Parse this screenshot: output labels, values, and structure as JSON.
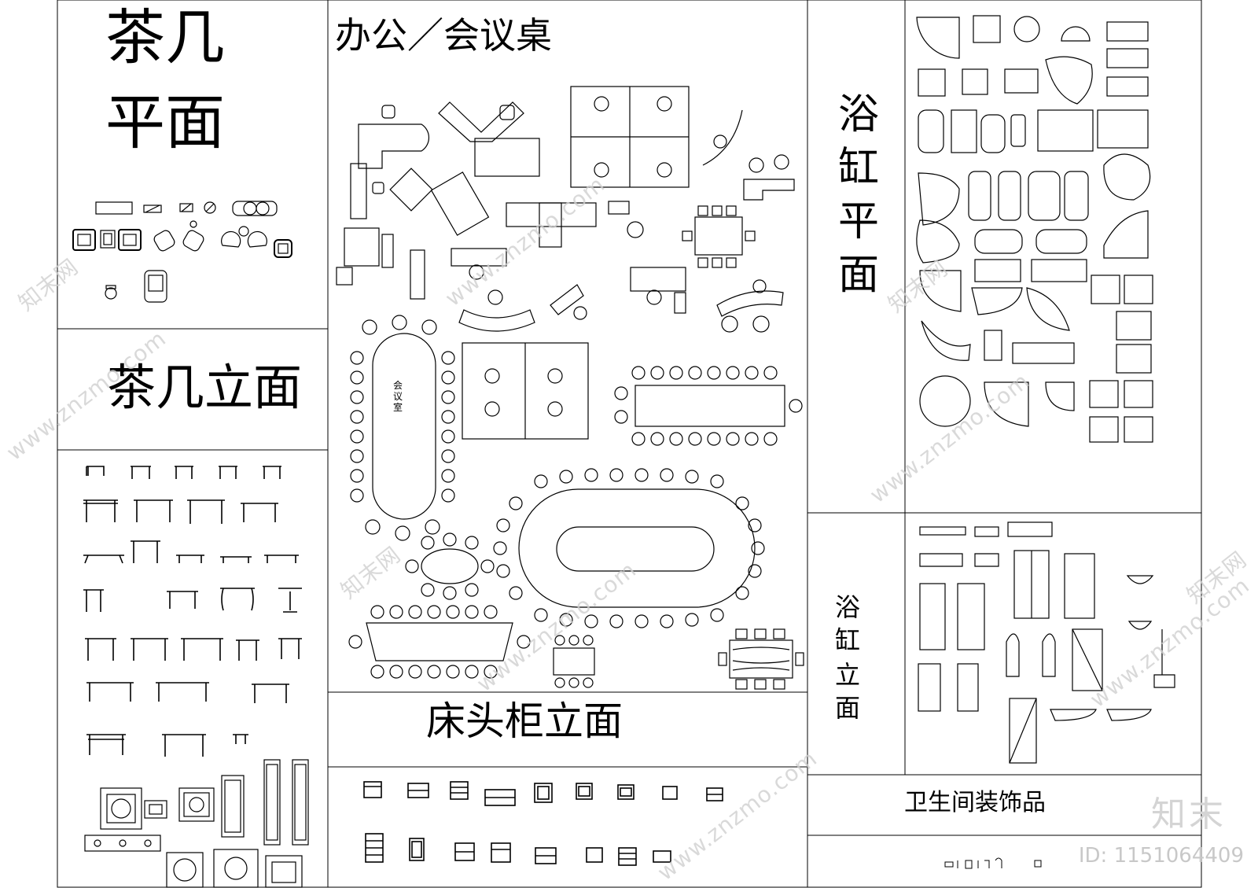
{
  "titles": {
    "tea_table_plan": [
      "茶几",
      "平面"
    ],
    "office_desk": "办公／会议桌",
    "bathtub_plan": [
      "浴",
      "缸",
      "平",
      "面"
    ],
    "tea_table_elev": "茶几立面",
    "meeting_room": [
      "会",
      "议",
      "室"
    ],
    "bedside_elev": "床头柜立面",
    "bathtub_elev": [
      "浴",
      "缸",
      "立",
      "面"
    ],
    "bath_deco": "卫生间装饰品"
  },
  "watermark": {
    "site": "www.znzmo.com",
    "brand": "知末",
    "brand_net": "知末网",
    "image_id": "ID: 1151064409"
  },
  "colors": {
    "line": "#000000",
    "watermark": "#d0d0d0"
  }
}
